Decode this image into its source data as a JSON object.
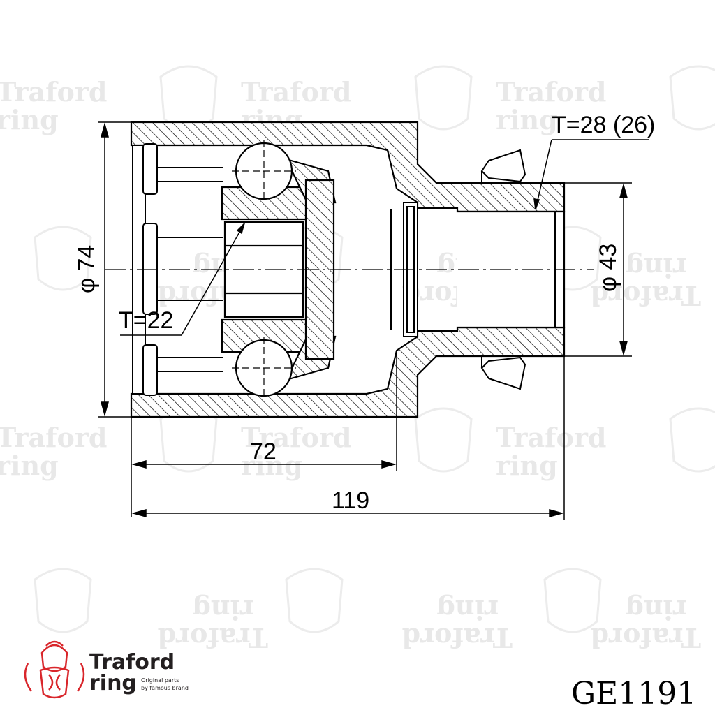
{
  "drawing": {
    "part_code": "GE1191",
    "dimensions": {
      "outer_diameter": "φ 74",
      "shaft_diameter": "φ 43",
      "inner_length": "72",
      "overall_length": "119",
      "inner_spline_teeth": "T=22",
      "outer_spline_teeth": "T=28 (26)"
    }
  },
  "brand": {
    "name_line1": "Traford",
    "name_line2": "ring",
    "tagline_line1": "Original parts",
    "tagline_line2": "by famous brand",
    "accent_color": "#d9262b",
    "logo_icon": "knight-crest-icon"
  },
  "watermark": {
    "line1": "Traford",
    "line2": "ring"
  }
}
